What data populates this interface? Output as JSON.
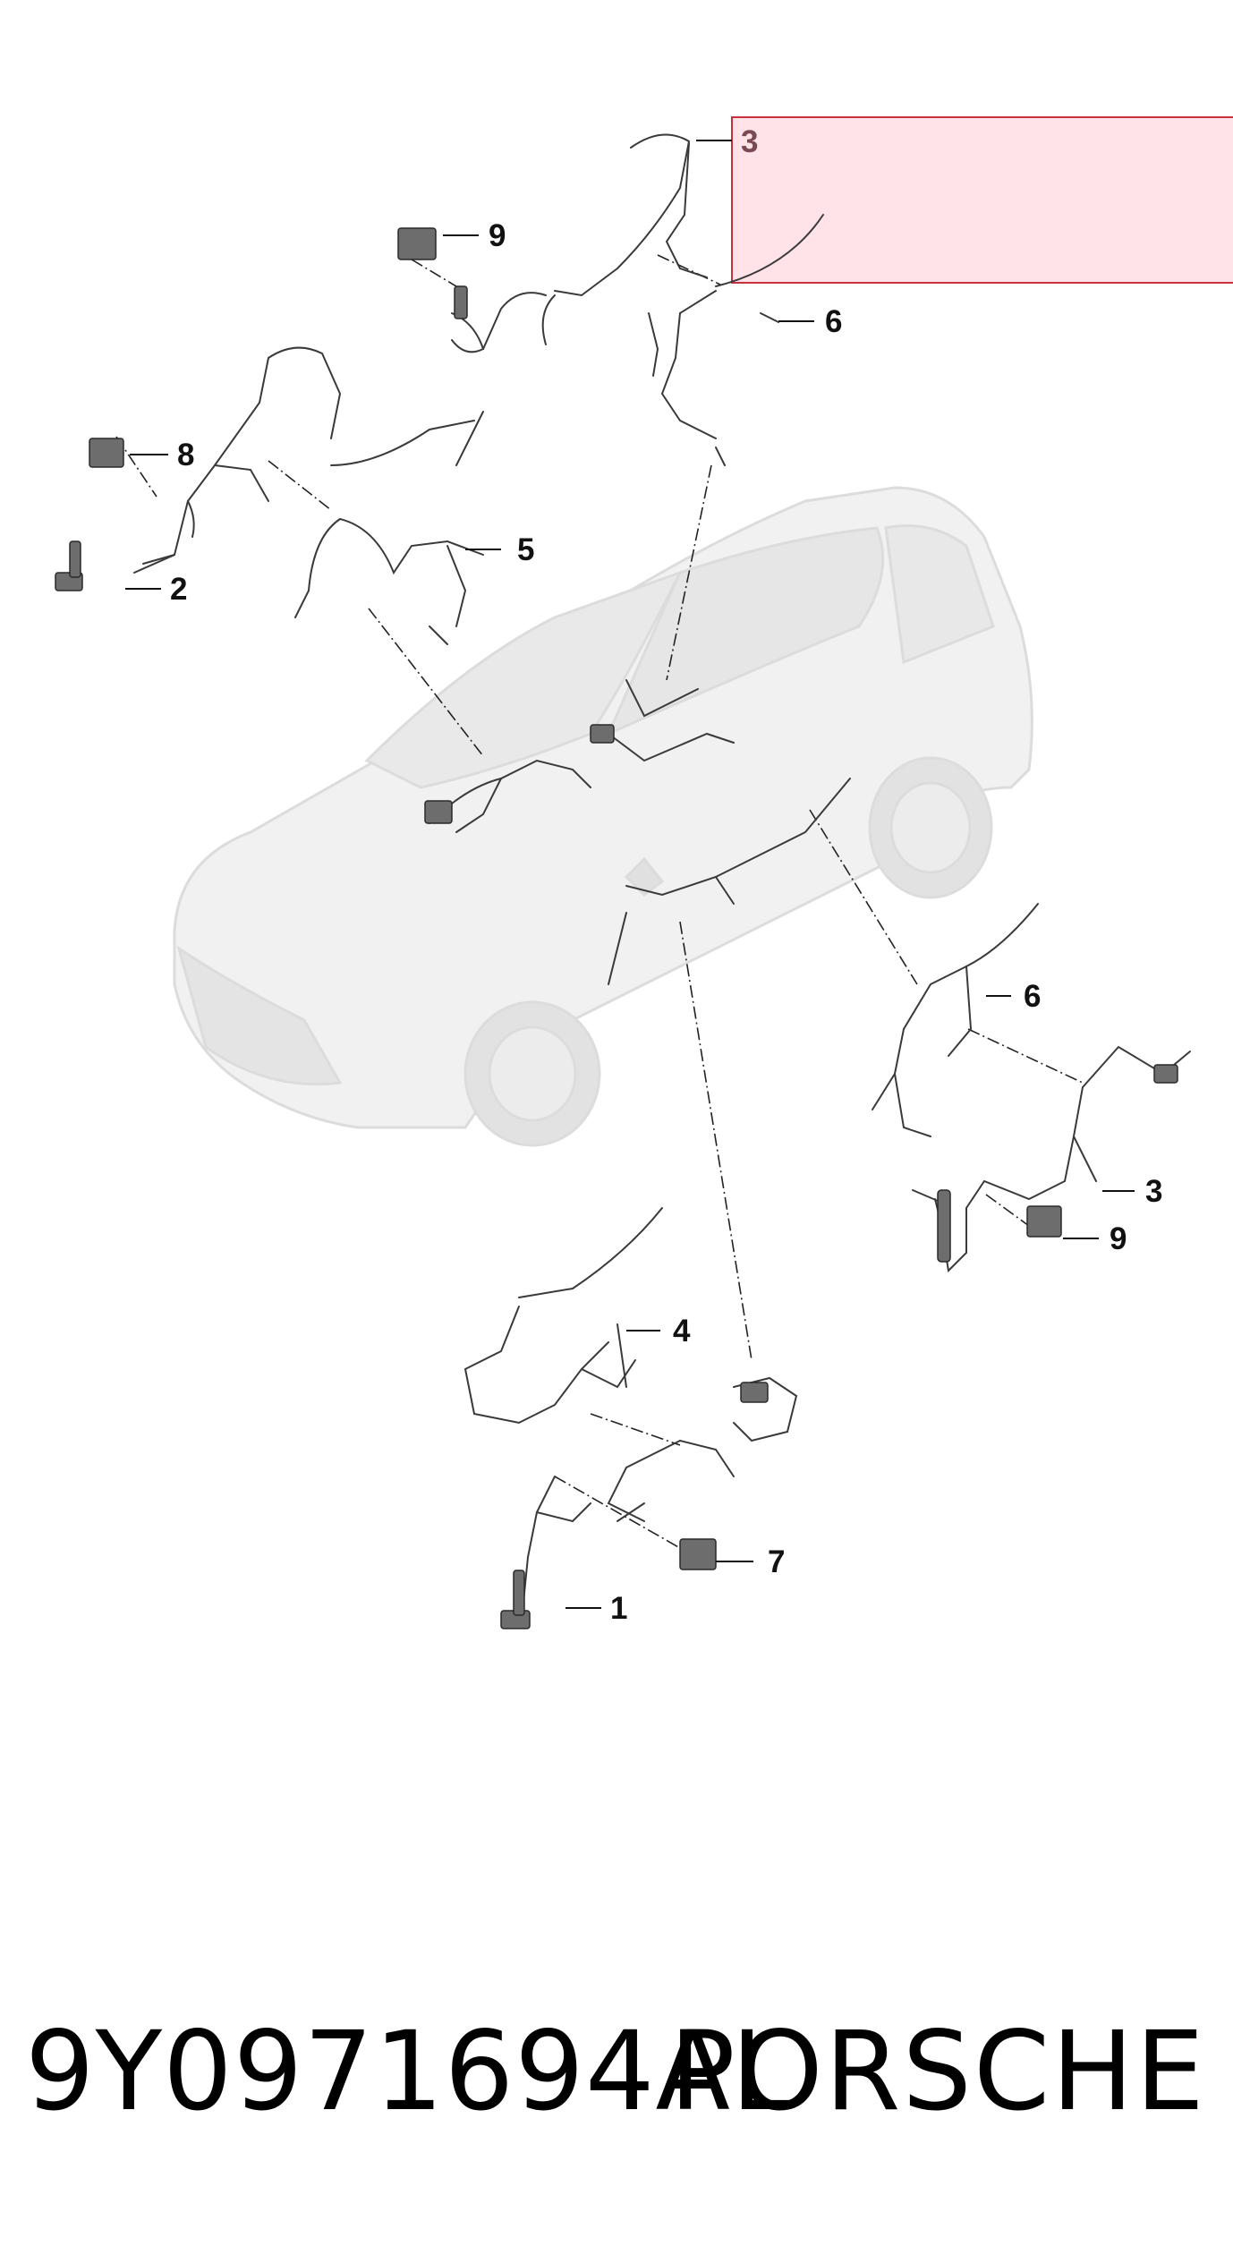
{
  "diagram": {
    "highlighted_callout": "3",
    "highlight_color": "#ffe3e8",
    "highlight_border_color": "#c8323c",
    "callouts": {
      "c3_top": "3",
      "c9_top": "9",
      "c6_top": "6",
      "c8": "8",
      "c5": "5",
      "c2": "2",
      "c6_right": "6",
      "c3_right": "3",
      "c9_right": "9",
      "c4": "4",
      "c7": "7",
      "c1": "1"
    }
  },
  "caption": {
    "part_number": "9Y0971694AL",
    "brand": "PORSCHE"
  }
}
